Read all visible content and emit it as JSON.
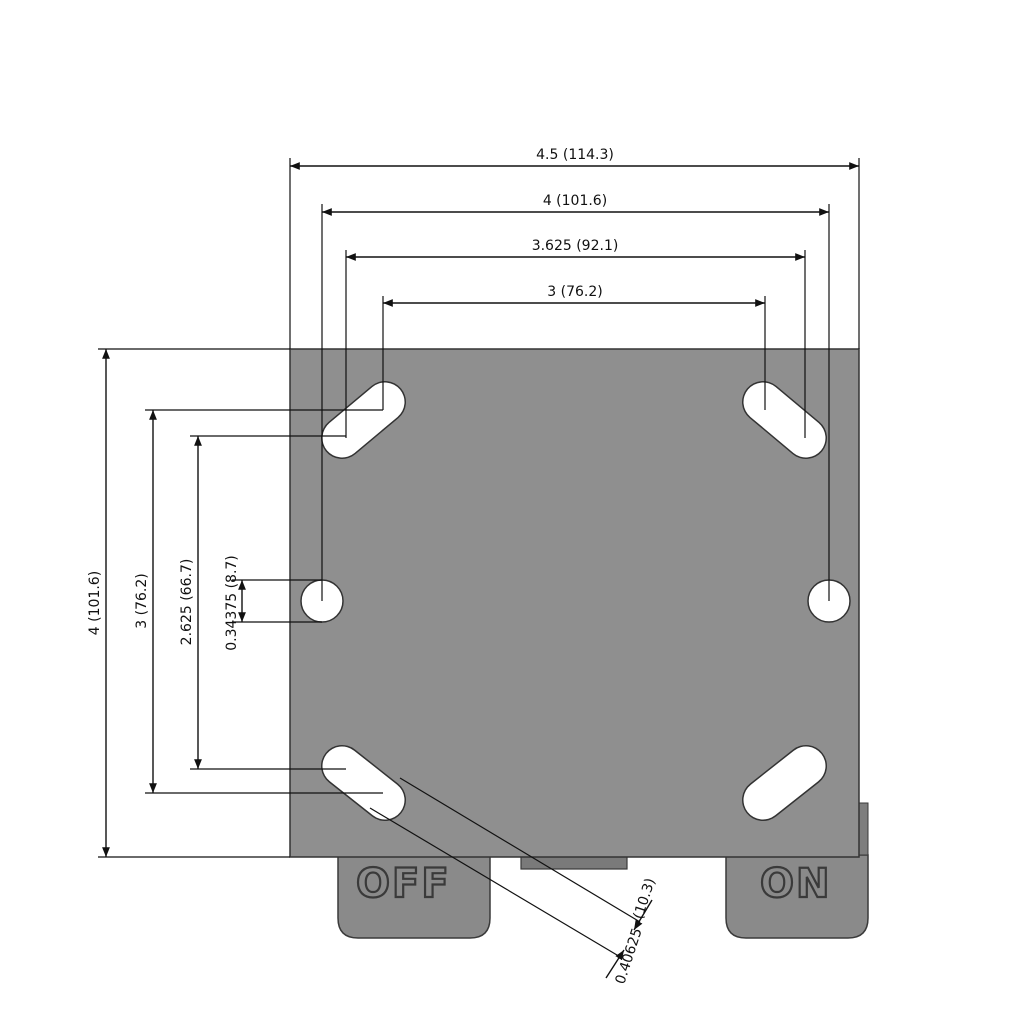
{
  "dimensions": {
    "overall_width": "4.5 (114.3)",
    "outer_hole_spacing_h": "4 (101.6)",
    "mid_hole_spacing_h": "3.625 (92.1)",
    "inner_hole_spacing_h": "3 (76.2)",
    "overall_height": "4 (101.6)",
    "outer_hole_spacing_v": "3 (76.2)",
    "inner_hole_spacing_v": "2.625 (66.7)",
    "round_hole_diameter": "0.34375 (8.7)",
    "slot_width_a": "(10.3)",
    "slot_width_b": "0.40625"
  },
  "pedals": {
    "left_label": "OFF",
    "right_label": "ON"
  },
  "colors": {
    "plate": "#8f8f8f",
    "pedal": "#8a8a8a",
    "hole": "#ffffff",
    "line": "#111111"
  }
}
